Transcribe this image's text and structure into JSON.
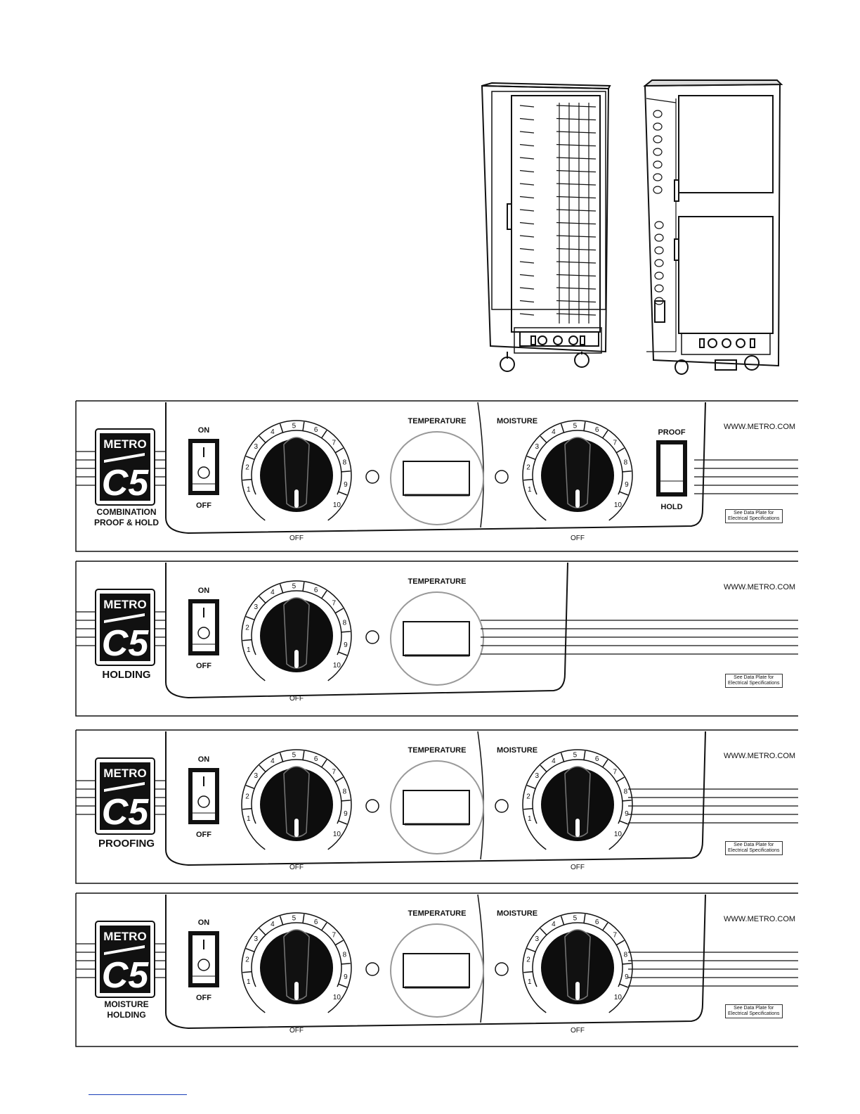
{
  "brand": "METRO",
  "series_mark": "C5",
  "url_text": "WWW.METRO.COM",
  "data_plate_note": [
    "See Data Plate for",
    "Electrical Specifications"
  ],
  "switch_labels": {
    "on": "ON",
    "off": "OFF",
    "proof": "PROOF",
    "hold": "HOLD"
  },
  "dial": {
    "numbers": [
      "1",
      "2",
      "3",
      "4",
      "5",
      "6",
      "7",
      "8",
      "9",
      "10"
    ],
    "off_label": "OFF"
  },
  "section_labels": {
    "temperature": "TEMPERATURE",
    "moisture": "MOISTURE"
  },
  "panels": [
    {
      "model_lines": [
        "COMBINATION",
        "PROOF & HOLD"
      ],
      "has_moisture": true,
      "has_proof_hold_switch": true
    },
    {
      "model_lines": [
        "HOLDING"
      ],
      "has_moisture": false,
      "has_proof_hold_switch": false
    },
    {
      "model_lines": [
        "PROOFING"
      ],
      "has_moisture": true,
      "has_proof_hold_switch": false
    },
    {
      "model_lines": [
        "MOISTURE",
        "HOLDING"
      ],
      "has_moisture": true,
      "has_proof_hold_switch": false
    }
  ],
  "colors": {
    "ink": "#111111",
    "link": "#1a3fb8"
  }
}
